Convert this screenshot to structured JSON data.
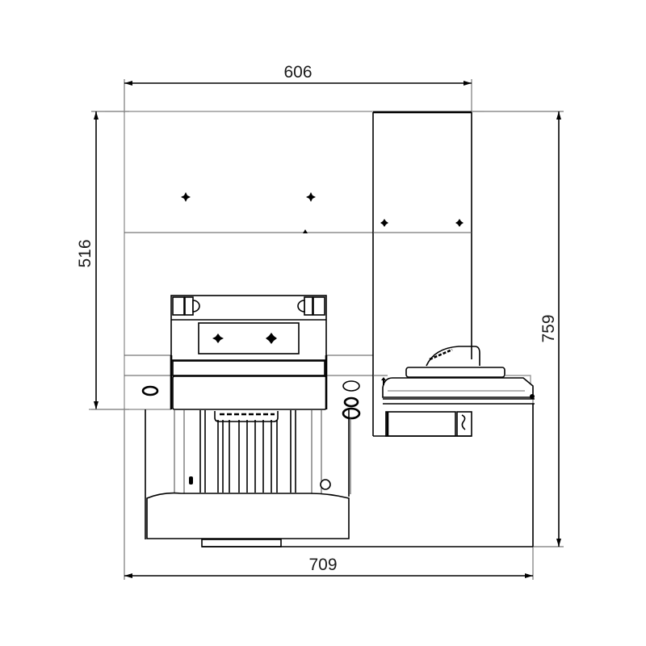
{
  "drawing": {
    "type": "technical dimension drawing (top view)",
    "units": "mm",
    "line_color": "#000000",
    "extension_line_color": "#777777",
    "background": "#ffffff"
  },
  "dimensions": {
    "top_width": {
      "label": "606",
      "orientation": "horizontal",
      "position": "top"
    },
    "left_height": {
      "label": "516",
      "orientation": "vertical",
      "position": "left"
    },
    "right_height": {
      "label": "759",
      "orientation": "vertical",
      "position": "right"
    },
    "bottom_width": {
      "label": "709",
      "orientation": "horizontal",
      "position": "bottom"
    }
  },
  "components": {
    "upper_panel": "upper-panel",
    "right_panel": "right-panel",
    "motor_unit": "motor-unit",
    "side_assembly": "side-assembly",
    "base_plate": "base-plate"
  }
}
